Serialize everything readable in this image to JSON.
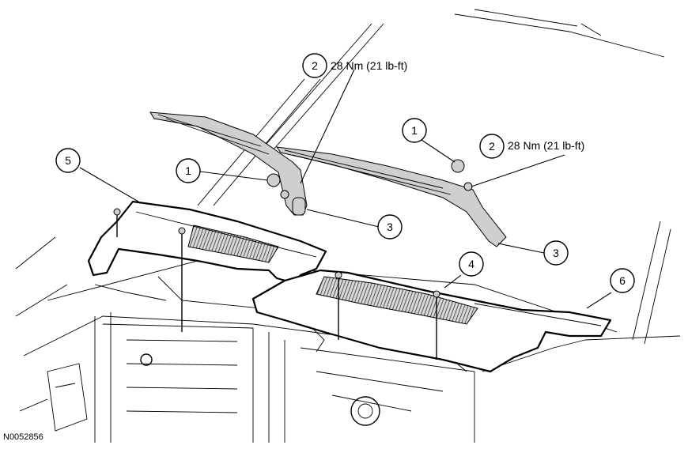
{
  "figure_id": "N0052856",
  "callouts": [
    {
      "label": "1"
    },
    {
      "label": "1"
    },
    {
      "label": "2",
      "text": "28 Nm (21 lb-ft)"
    },
    {
      "label": "2",
      "text": "28 Nm (21 lb-ft)"
    },
    {
      "label": "3"
    },
    {
      "label": "3"
    },
    {
      "label": "4"
    },
    {
      "label": "5"
    },
    {
      "label": "6"
    }
  ]
}
